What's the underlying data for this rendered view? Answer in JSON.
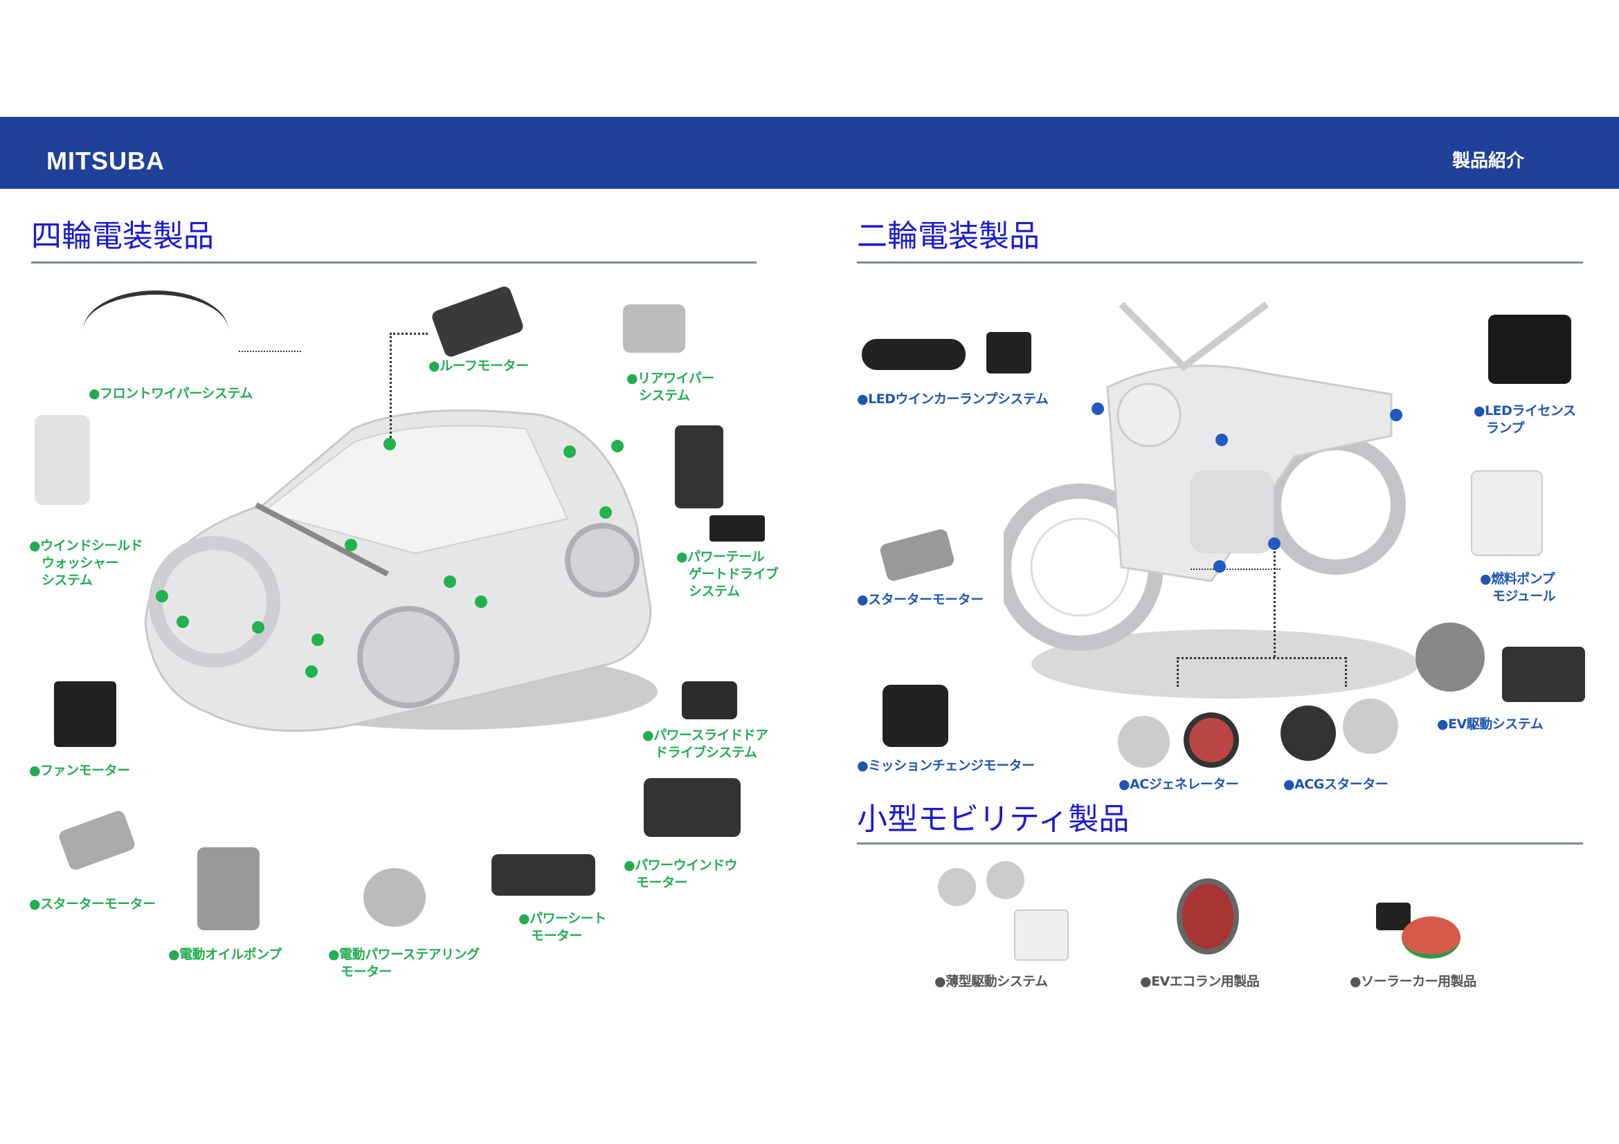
{
  "header": {
    "logo": "MITSUBA",
    "title": "製品紹介",
    "color": "#21409a"
  },
  "sections": {
    "four_wheel": {
      "title": "四輪電装製品",
      "items": [
        {
          "line1": "●フロントワイパーシステム"
        },
        {
          "line1": "●ルーフモーター"
        },
        {
          "line1": "●リアワイパー",
          "line2": "システム"
        },
        {
          "line1": "●ウインドシールド",
          "line2": "ウォッシャー",
          "line3": "システム"
        },
        {
          "line1": "●パワーテール",
          "line2": "ゲートドライブ",
          "line3": "システム"
        },
        {
          "line1": "●パワースライドドア",
          "line2": "ドライブシステム"
        },
        {
          "line1": "●ファンモーター"
        },
        {
          "line1": "●パワーウインドウ",
          "line2": "モーター"
        },
        {
          "line1": "●スターターモーター"
        },
        {
          "line1": "●電動オイルポンプ"
        },
        {
          "line1": "●電動パワーステアリング",
          "line2": "モーター"
        },
        {
          "line1": "●パワーシート",
          "line2": "モーター"
        }
      ]
    },
    "two_wheel": {
      "title": "二輪電装製品",
      "items": [
        {
          "line1": "●LEDウインカーランプシステム"
        },
        {
          "line1": "●LEDライセンス",
          "line2": "ランプ"
        },
        {
          "line1": "●燃料ポンプ",
          "line2": "モジュール"
        },
        {
          "line1": "●スターターモーター"
        },
        {
          "line1": "●EV駆動システム"
        },
        {
          "line1": "●ミッションチェンジモーター"
        },
        {
          "line1": "●ACジェネレーター"
        },
        {
          "line1": "●ACGスターター"
        }
      ]
    },
    "small_mobility": {
      "title": "小型モビリティ製品",
      "items": [
        {
          "line1": "●薄型駆動システム"
        },
        {
          "line1": "●EVエコラン用製品"
        },
        {
          "line1": "●ソーラーカー用製品"
        }
      ]
    }
  },
  "colors": {
    "title": "#1a1ad6",
    "four_wheel_label": "#22ad52",
    "two_wheel_label": "#1e55b3",
    "mobility_label": "#555555"
  }
}
